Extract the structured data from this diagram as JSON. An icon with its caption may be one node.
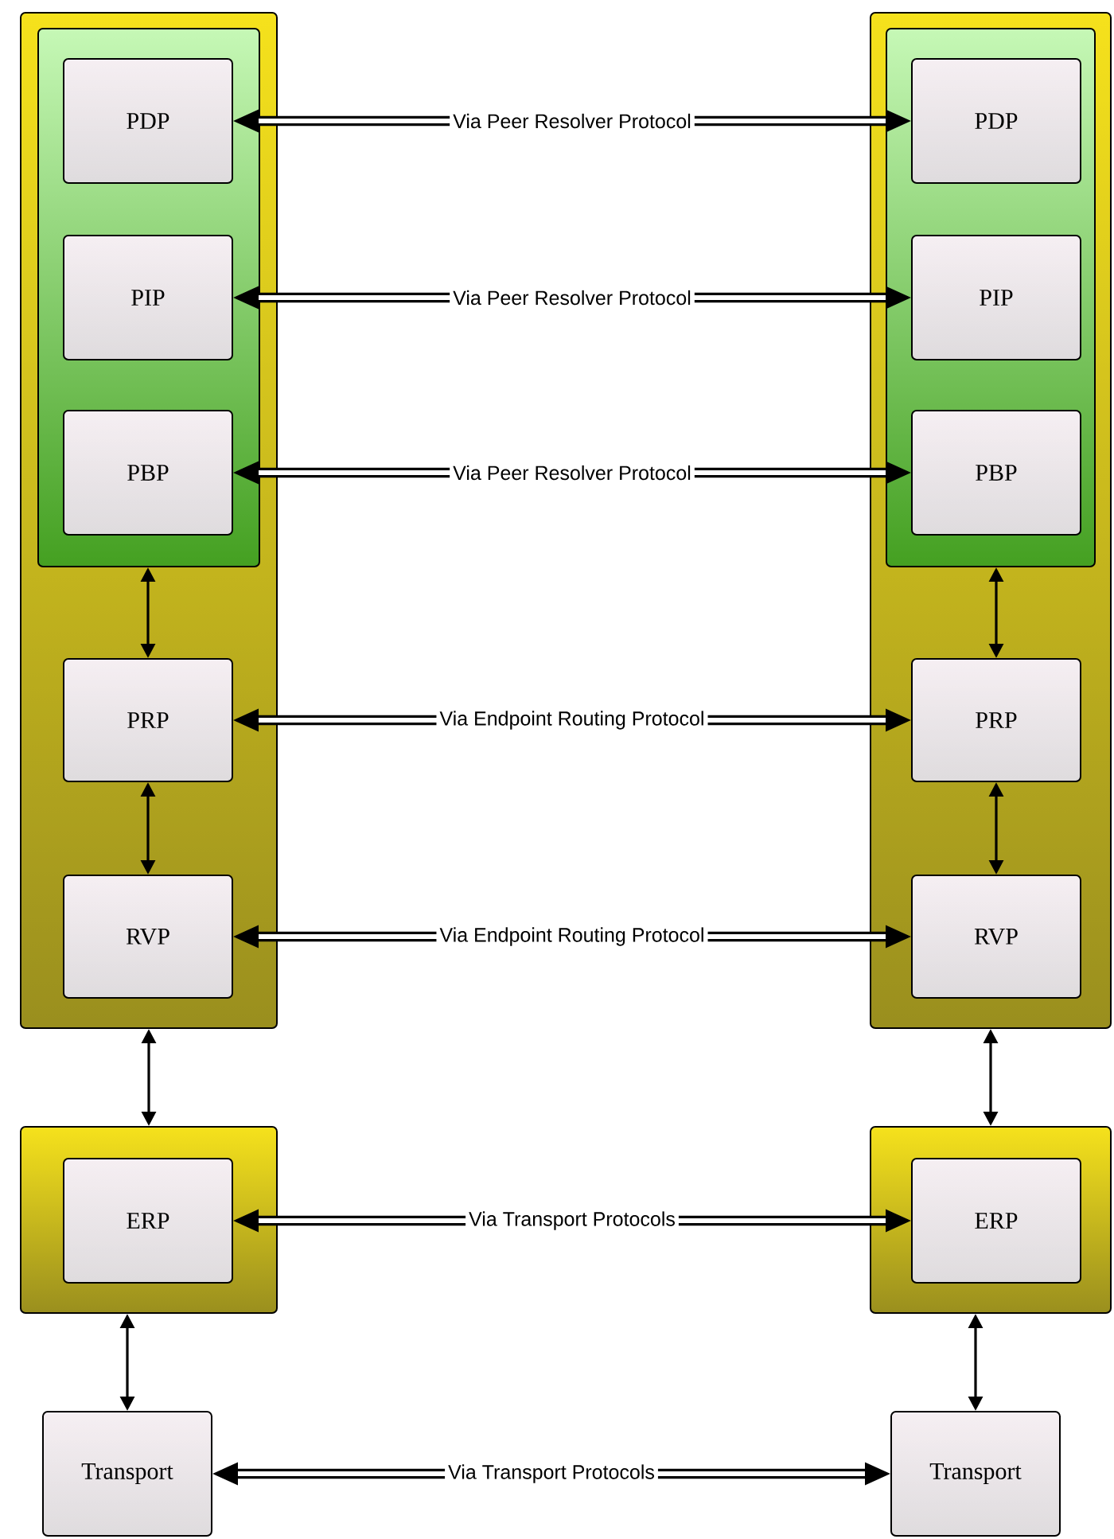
{
  "diagram": {
    "nodes": [
      {
        "text": [],
        "shape": "box"
      },
      {
        "text": [],
        "shape": "box",
        "in": 0
      },
      {
        "text": [
          "PDP"
        ],
        "in": 1
      },
      {
        "text": [
          "PIP"
        ],
        "in": 1
      },
      {
        "text": [
          "PBP"
        ],
        "in": 1
      },
      {
        "text": [
          "PRP"
        ],
        "in": 0
      },
      {
        "text": [
          "RVP"
        ],
        "in": 0
      },
      {
        "text": [],
        "shape": "box"
      },
      {
        "text": [
          "ERP"
        ],
        "in": 7
      },
      {
        "text": [
          "Transport"
        ]
      },
      {
        "text": [],
        "shape": "box"
      },
      {
        "text": [],
        "shape": "box",
        "in": 10
      },
      {
        "text": [
          "PDP"
        ],
        "in": 11
      },
      {
        "text": [
          "PIP"
        ],
        "in": 11
      },
      {
        "text": [
          "PBP"
        ],
        "in": 11
      },
      {
        "text": [
          "PRP"
        ],
        "in": 10
      },
      {
        "text": [
          "RVP"
        ],
        "in": 10
      },
      {
        "text": [],
        "shape": "box"
      },
      {
        "text": [
          "ERP"
        ],
        "in": 17
      },
      {
        "text": [
          "Transport"
        ]
      }
    ],
    "edges": [
      {
        "from": 2,
        "to": 12,
        "arrow": "both",
        "label": "Via Peer Resolver Protocol",
        "style": "thick"
      },
      {
        "from": 3,
        "to": 13,
        "arrow": "both",
        "label": "Via Peer Resolver Protocol",
        "style": "thick"
      },
      {
        "from": 4,
        "to": 14,
        "arrow": "both",
        "label": "Via Peer Resolver Protocol",
        "style": "thick"
      },
      {
        "from": 5,
        "to": 15,
        "arrow": "both",
        "label": "Via Endpoint Routing Protocol",
        "style": "thick"
      },
      {
        "from": 6,
        "to": 16,
        "arrow": "both",
        "label": "Via Endpoint Routing Protocol",
        "style": "thick"
      },
      {
        "from": 8,
        "to": 18,
        "arrow": "both",
        "label": "Via Transport Protocols",
        "style": "thick"
      },
      {
        "from": 9,
        "to": 19,
        "arrow": "both",
        "label": "Via Transport Protocols",
        "style": "thick"
      },
      {
        "from": 1,
        "to": 5,
        "arrow": "both"
      },
      {
        "from": 5,
        "to": 6,
        "arrow": "both"
      },
      {
        "from": 0,
        "to": 7,
        "arrow": "both"
      },
      {
        "from": 7,
        "to": 9,
        "arrow": "both"
      },
      {
        "from": 11,
        "to": 15,
        "arrow": "both"
      },
      {
        "from": 15,
        "to": 16,
        "arrow": "both"
      },
      {
        "from": 10,
        "to": 17,
        "arrow": "both"
      },
      {
        "from": 17,
        "to": 19,
        "arrow": "both"
      }
    ]
  }
}
